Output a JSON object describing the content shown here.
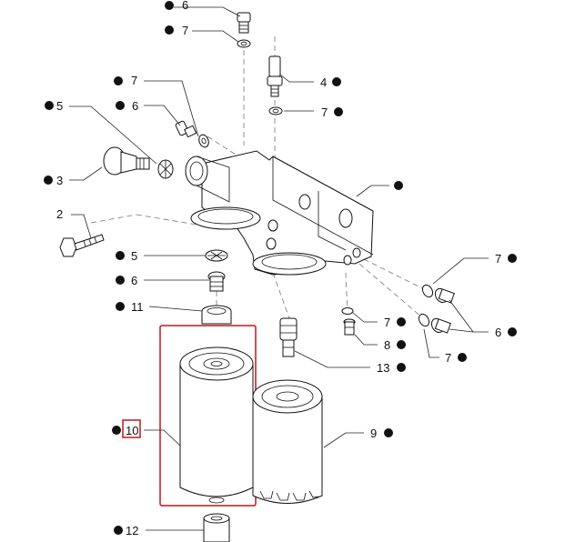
{
  "callouts": [
    {
      "id": "c-6-top",
      "label": "6"
    },
    {
      "id": "c-7-top",
      "label": "7"
    },
    {
      "id": "c-4",
      "label": "4"
    },
    {
      "id": "c-7-left",
      "label": "7"
    },
    {
      "id": "c-5-left",
      "label": "5"
    },
    {
      "id": "c-6-left",
      "label": "6"
    },
    {
      "id": "c-7-sensor",
      "label": "7"
    },
    {
      "id": "c-3",
      "label": "3"
    },
    {
      "id": "c-head",
      "label": ""
    },
    {
      "id": "c-2",
      "label": "2"
    },
    {
      "id": "c-5-mid",
      "label": "5"
    },
    {
      "id": "c-6-mid",
      "label": "6"
    },
    {
      "id": "c-11",
      "label": "11"
    },
    {
      "id": "c-7-right-top",
      "label": "7"
    },
    {
      "id": "c-6-right",
      "label": "6"
    },
    {
      "id": "c-7-right-bot",
      "label": "7"
    },
    {
      "id": "c-7-plug",
      "label": "7"
    },
    {
      "id": "c-8",
      "label": "8"
    },
    {
      "id": "c-13",
      "label": "13"
    },
    {
      "id": "c-10",
      "label": "10"
    },
    {
      "id": "c-9",
      "label": "9"
    },
    {
      "id": "c-12",
      "label": "12"
    }
  ],
  "highlight": {
    "part": "10",
    "color": "#c0161c"
  }
}
